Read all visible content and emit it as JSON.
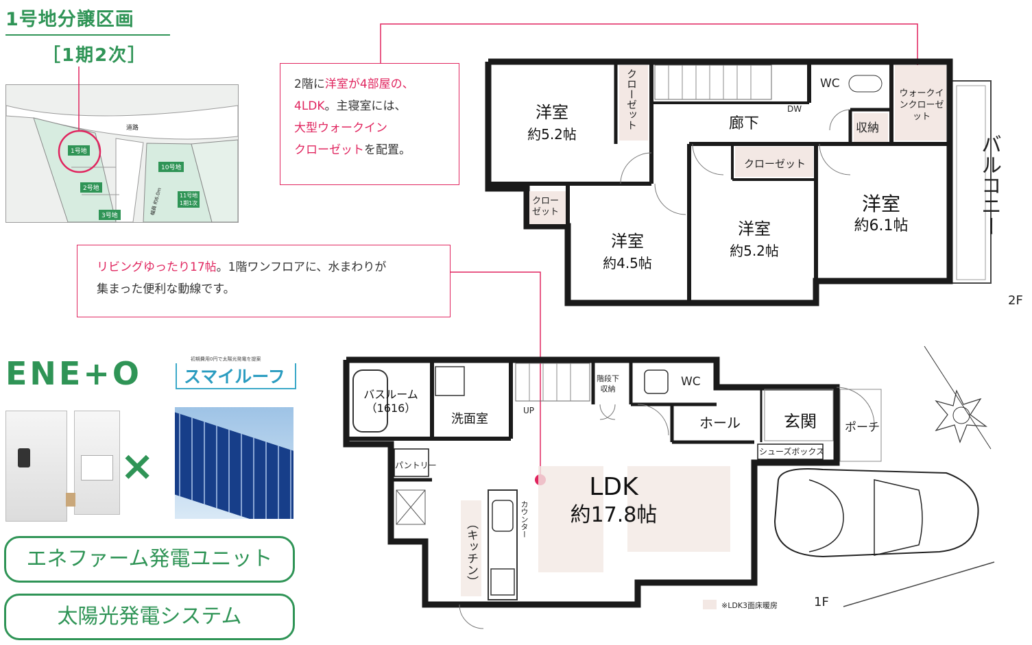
{
  "lot": {
    "title": "1号地分譲区画",
    "phase": "［1期2次］"
  },
  "site_map": {
    "road": "道路",
    "lot1": "1号地",
    "lot2": "2号地",
    "lot3": "3号地",
    "lot10": "10号地",
    "lot11_line1": "11号地",
    "lot11_line2": "1期1次",
    "width_note_1": "幅員",
    "width_note_2": "約6.0m"
  },
  "callout_2f": {
    "line1_a": "2階に",
    "line1_b": "洋室が4部屋の、",
    "line2_a": "4LDK",
    "line2_b": "。主寝室には、",
    "line3": "大型ウォークイン",
    "line4_a": "クローゼット",
    "line4_b": "を配置。"
  },
  "callout_1f": {
    "line1_a": "リビングゆったり17帖",
    "line1_b": "。1階ワンフロアに、水まわりが",
    "line2": "集まった便利な動線です。"
  },
  "brands": {
    "eneto": "ENE+O",
    "smile_roof": "スマイルーフ",
    "smile_roof_note": "初期費用0円で太陽光発電を提案",
    "times": "×"
  },
  "features": [
    "エネファーム発電ユニット",
    "太陽光発電システム"
  ],
  "floor2": {
    "label": "2F",
    "room_a_name": "洋室",
    "room_a_size": "約5.2帖",
    "closet_a": "クローゼット",
    "hall": "廊下",
    "dw": "DW",
    "wc": "WC",
    "storage": "収納",
    "wic": "ウォークインクローゼット",
    "balcony": "バルコニー",
    "closet_b": "クローゼット",
    "closet_c_1": "クロー",
    "closet_c_2": "ゼット",
    "room_b_name": "洋室",
    "room_b_size": "約4.5帖",
    "room_c_name": "洋室",
    "room_c_size": "約5.2帖",
    "room_d_name": "洋室",
    "room_d_size": "約6.1帖"
  },
  "floor1": {
    "label": "1F",
    "bath_1": "バスルーム",
    "bath_2": "（1616）",
    "washroom": "洗面室",
    "up": "UP",
    "under_stair_1": "階段下",
    "under_stair_2": "収納",
    "wc": "WC",
    "hall": "ホール",
    "entrance": "玄関",
    "porch": "ポーチ",
    "shoe_box": "シューズボックス",
    "pantry": "パントリー",
    "ldk": "LDK",
    "ldk_size": "約17.8帖",
    "kitchen": "（キッチン）",
    "counter": "カウンター",
    "heating_note": "※LDK3面床暖房"
  },
  "colors": {
    "green": "#2f9456",
    "pink": "#e0245e",
    "wall": "#1a1a1a",
    "floor": "#f3e8e4"
  }
}
